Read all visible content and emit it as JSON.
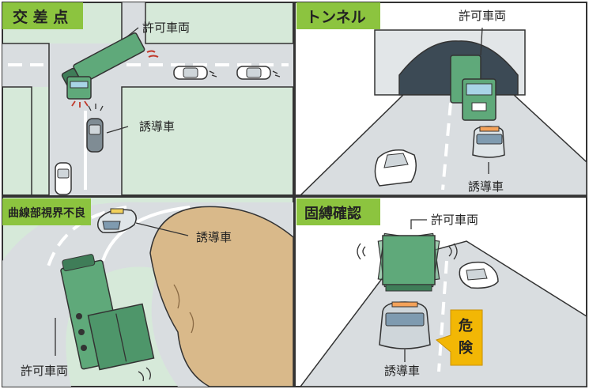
{
  "panels": {
    "intersection": {
      "title": "交 差 点",
      "truck_label": "許可車両",
      "escort_label": "誘導車"
    },
    "tunnel": {
      "title": "トンネル",
      "truck_label": "許可車両",
      "escort_label": "誘導車"
    },
    "curve": {
      "title": "曲線部視界不良",
      "truck_label": "許可車両",
      "escort_label": "誘導車"
    },
    "securing": {
      "title": "固縛確認",
      "truck_label": "許可車両",
      "escort_label": "誘導車",
      "danger_line1": "危",
      "danger_line2": "険"
    }
  },
  "colors": {
    "title_bg": "#8cc43f",
    "truck_green": "#5fa97a",
    "truck_dark": "#3f7d58",
    "road_gray": "#d9dde0",
    "roadside": "#d4e8d6",
    "dirt": "#d9b98a",
    "danger_bg": "#f2b705"
  }
}
